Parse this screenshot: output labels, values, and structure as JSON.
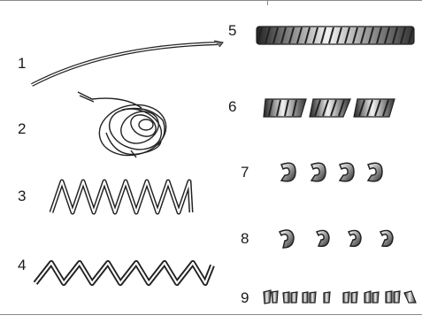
{
  "figure": {
    "items": [
      {
        "label": "1"
      },
      {
        "label": "2"
      },
      {
        "label": "3"
      },
      {
        "label": "4"
      },
      {
        "label": "5"
      },
      {
        "label": "6"
      },
      {
        "label": "7"
      },
      {
        "label": "8"
      },
      {
        "label": "9"
      }
    ]
  }
}
